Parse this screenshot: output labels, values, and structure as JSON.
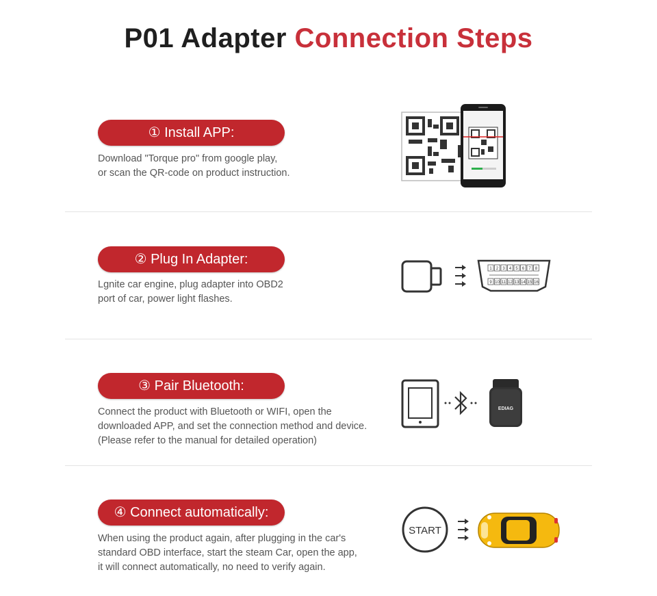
{
  "title": {
    "part1": "P01 Adapter ",
    "part2": "Connection Steps"
  },
  "colors": {
    "accent": "#c1272d",
    "title_dark": "#1f1f1f",
    "car_yellow": "#f5b90f"
  },
  "steps": [
    {
      "label": "① Install APP:",
      "lines": [
        "Download \"Torque pro\" from google play,",
        "or scan the QR-code on product instruction."
      ],
      "icons": [
        "qr-code-icon",
        "phone-scan-icon"
      ]
    },
    {
      "label": "② Plug In Adapter:",
      "lines": [
        "Lgnite car engine, plug adapter into OBD2",
        "port of car, power light flashes."
      ],
      "icons": [
        "adapter-icon",
        "arrows-icon",
        "obd2-port-icon"
      ],
      "pins_top": [
        "1",
        "2",
        "3",
        "4",
        "5",
        "6",
        "7",
        "8"
      ],
      "pins_bottom": [
        "9",
        "10",
        "11",
        "12",
        "13",
        "14",
        "15",
        "16"
      ]
    },
    {
      "label": "③ Pair Bluetooth:",
      "lines": [
        "Connect the product with Bluetooth or WIFI, open the",
        "downloaded APP, and set the connection method and device.",
        "(Please refer to the manual for detailed operation)"
      ],
      "icons": [
        "tablet-icon",
        "bluetooth-icon",
        "obd-dongle-icon"
      ],
      "dongle_brand": "EDIAG"
    },
    {
      "label": "④ Connect automatically:",
      "lines": [
        "When using the product again, after plugging in the car's",
        "standard OBD interface, start the steam Car, open the app,",
        "it will connect automatically, no need to verify again."
      ],
      "icons": [
        "start-button-icon",
        "arrows-icon",
        "car-icon"
      ],
      "start_label": "START"
    }
  ]
}
